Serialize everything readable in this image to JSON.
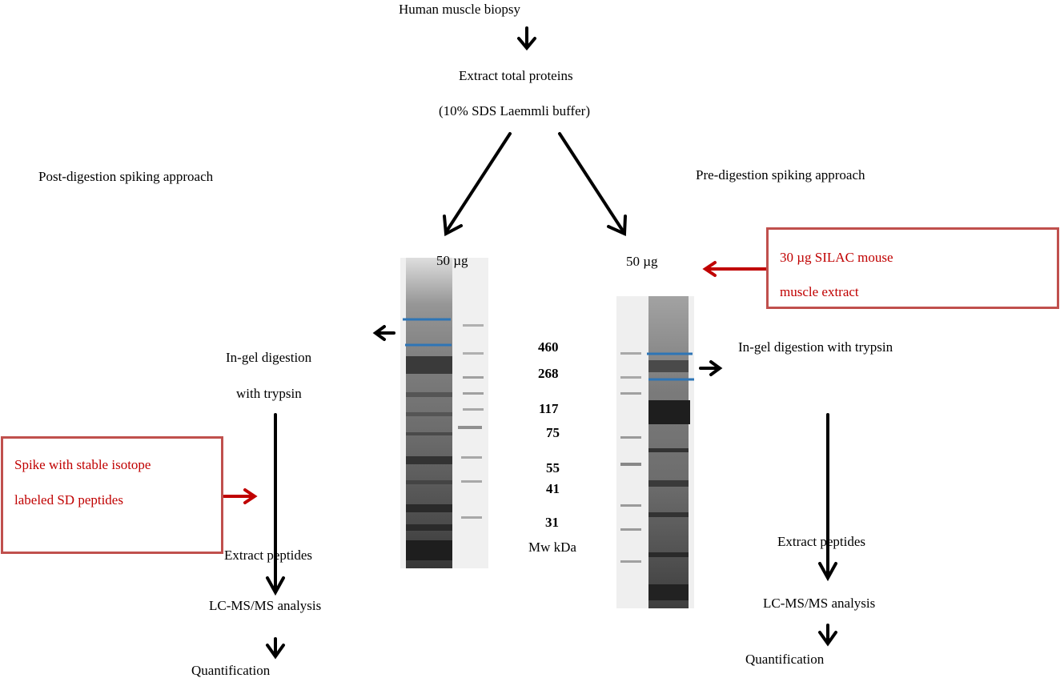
{
  "top": {
    "biopsy": "Human muscle biopsy",
    "extract_line1": "Extract total proteins",
    "extract_line2": "(10% SDS Laemmli buffer)"
  },
  "left": {
    "title": "Post-digestion spiking approach",
    "load": "50 µg",
    "digestion_line1": "In-gel digestion",
    "digestion_line2": "with trypsin",
    "spike_line1": "Spike with stable isotope",
    "spike_line2": "labeled SD peptides",
    "extract_peptides": "Extract peptides",
    "lcms": "LC-MS/MS analysis",
    "quant": "Quantification"
  },
  "right": {
    "title": "Pre-digestion spiking approach",
    "load": "50 µg",
    "silac_line1": "30 µg SILAC mouse",
    "silac_line2": "muscle extract",
    "digestion": "In-gel digestion with trypsin",
    "extract_peptides": "Extract peptides",
    "lcms": "LC-MS/MS analysis",
    "quant": "Quantification"
  },
  "markers": {
    "values": [
      "460",
      "268",
      "117",
      "75",
      "55",
      "41",
      "31"
    ],
    "unit": "Mw kDa"
  },
  "colors": {
    "red_text": "#c00000",
    "red_arrow": "#c00000",
    "box_border": "#c0504d",
    "band_line": "#2e75b6"
  }
}
